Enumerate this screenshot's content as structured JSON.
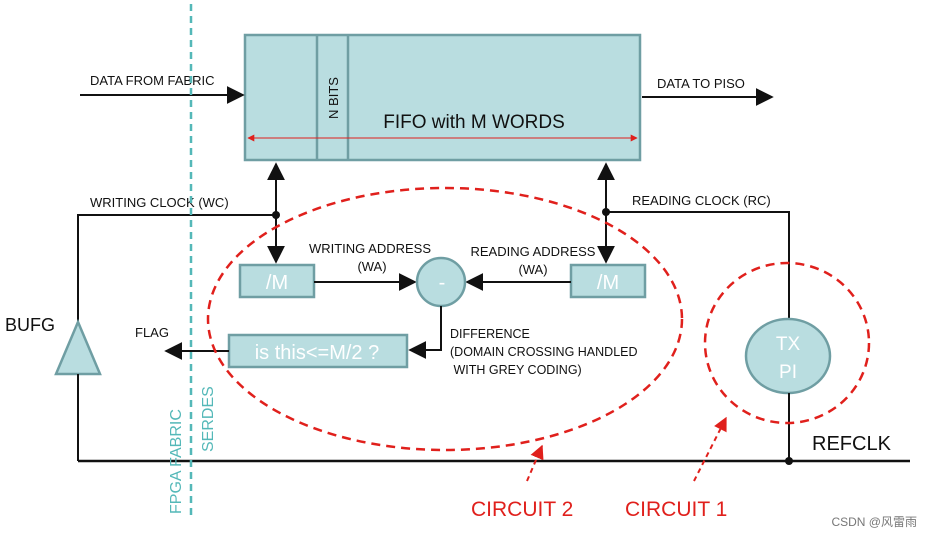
{
  "colors": {
    "block_fill": "#b9dde0",
    "block_stroke": "#6f9ea3",
    "domain_line": "#54b8b8",
    "circuit_red": "#e0201c",
    "wire": "#111111"
  },
  "fifo": {
    "title": "FIFO with M WORDS",
    "width_label": "N BITS"
  },
  "signals": {
    "data_in": "DATA FROM FABRIC",
    "data_out": "DATA TO PISO",
    "writing_clock": "WRITING CLOCK (WC)",
    "reading_clock": "READING CLOCK (RC)",
    "writing_address": "WRITING ADDRESS",
    "writing_address_abbr": "(WA)",
    "reading_address": "READING ADDRESS",
    "reading_address_abbr": "(WA)",
    "difference_lines": [
      "DIFFERENCE",
      "(DOMAIN CROSSING HANDLED",
      " WITH GREY CODING)"
    ],
    "flag": "FLAG",
    "refclk": "REFCLK"
  },
  "blocks": {
    "div_write": "/M",
    "div_read": "/M",
    "subtractor": "-",
    "compare": "is this<=M/2 ?",
    "tx_pi_line1": "TX",
    "tx_pi_line2": "PI",
    "bufg": "BUFG"
  },
  "domains": {
    "left": "FPGA FABRIC",
    "right": "SERDES"
  },
  "circuits": {
    "circuit2": "CIRCUIT 2",
    "circuit1": "CIRCUIT 1"
  },
  "watermark": "CSDN @风雷雨"
}
